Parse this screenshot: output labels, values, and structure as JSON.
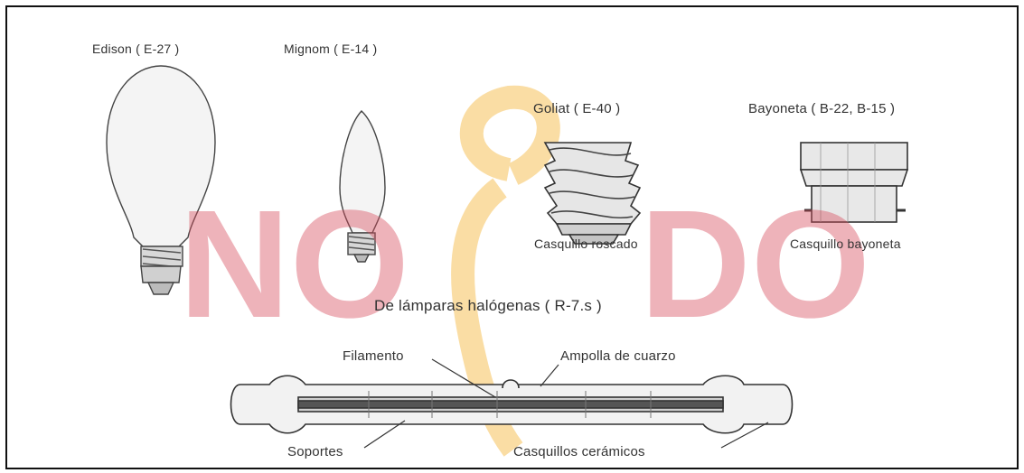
{
  "labels": {
    "edison": "Edison ( E-27 )",
    "mignom": "Mignom ( E-14 )",
    "goliat": "Goliat ( E-40 )",
    "bayoneta": "Bayoneta ( B-22, B-15 )",
    "casquillo_roscado": "Casquillo roscado",
    "casquillo_bayoneta": "Casquillo bayoneta",
    "halogenas_title": "De lámparas halógenas ( R-7.s )",
    "filamento": "Filamento",
    "ampolla": "Ampolla de cuarzo",
    "soportes": "Soportes",
    "casquillos_ceramicos": "Casquillos cerámicos"
  },
  "watermark": {
    "left_text": "NO",
    "right_text": "DO",
    "color": "#d64a5a",
    "accent_color": "#f6c15a"
  }
}
